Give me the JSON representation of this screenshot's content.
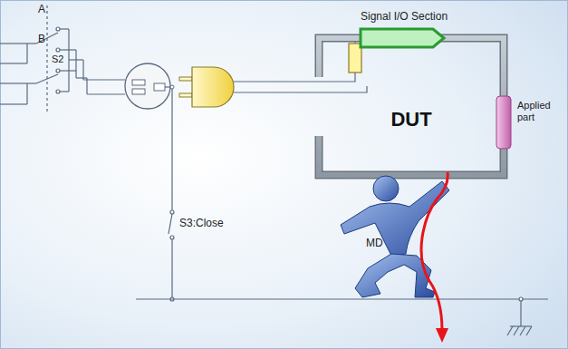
{
  "diagram": {
    "nodes": [
      {
        "text": [
          "DUT"
        ]
      }
    ],
    "labels": [
      "A",
      "B",
      "S2",
      "Signal I/O Section",
      "Applied part",
      "S3:Close",
      "MD"
    ]
  }
}
